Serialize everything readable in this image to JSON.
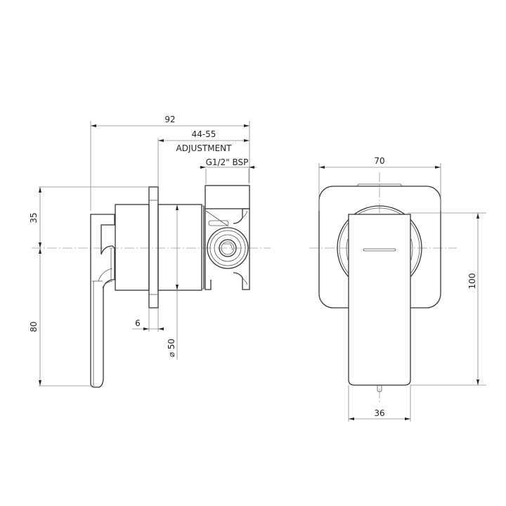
{
  "drawing": {
    "side_view": {
      "overall_depth": "92",
      "adjustment_value": "44-55",
      "adjustment_label": "ADJUSTMENT",
      "thread_label": "G1/2\" BSP",
      "height_above_center": "35",
      "height_below_center": "80",
      "plate_thickness": "6",
      "body_diameter": "⌀ 50"
    },
    "front_view": {
      "plate_width": "70",
      "total_height": "100",
      "handle_width": "36"
    },
    "colors": {
      "line": "#333333",
      "dimension": "#8a8a8a",
      "background": "#ffffff"
    }
  }
}
